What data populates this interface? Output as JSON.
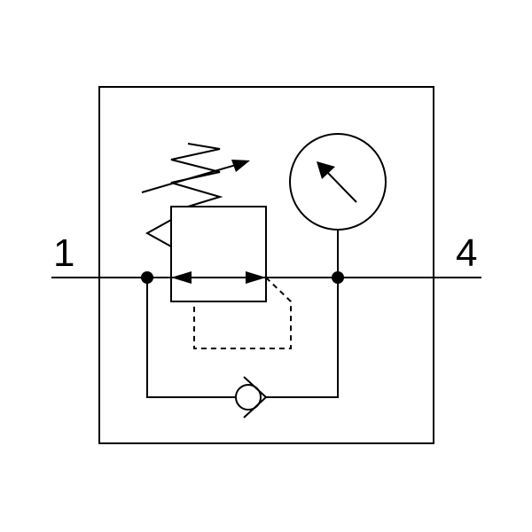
{
  "ports": {
    "inlet_label": "1",
    "outlet_label": "4"
  },
  "components": [
    {
      "name": "pressure-regulator",
      "icon": "pressure-regulator-icon"
    },
    {
      "name": "pressure-gauge",
      "icon": "gauge-icon"
    },
    {
      "name": "check-valve",
      "icon": "check-valve-icon"
    }
  ],
  "colors": {
    "line": "#000000",
    "background": "#ffffff"
  }
}
